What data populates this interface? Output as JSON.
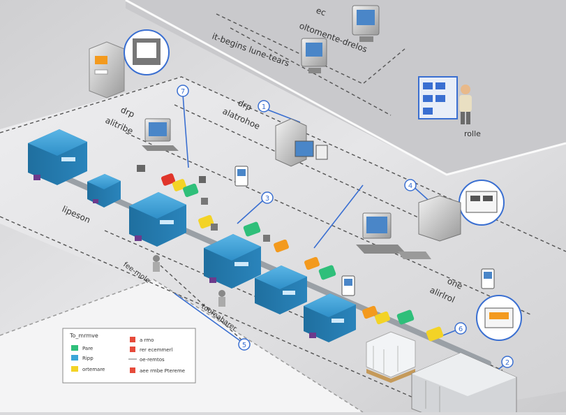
{
  "diagram": {
    "labels": {
      "top_zone_line1": "it-begins lune-tears",
      "top_zone_line2": "ec",
      "top_zone_line3": "oltomente-drelos",
      "left_station_line1": "drp",
      "left_station_line2": "alitribe",
      "center_station_line1": "drp",
      "center_station_line2": "alatrohoe",
      "right_station_line1": "one",
      "right_station_line2": "alirlrol",
      "line_label": "lipeson",
      "worker_label": "rolle",
      "bottom_left_label1": "fee-mole",
      "bottom_left_label2": "tooreabarer"
    },
    "callouts": [
      "7",
      "1",
      "3",
      "4",
      "6",
      "2",
      "5"
    ],
    "legend": {
      "title": "To_mrmve",
      "items": [
        {
          "label": "Pare",
          "color": "#2fbf7a"
        },
        {
          "label": "Ripp",
          "color": "#3aa6d8"
        },
        {
          "label": "ortemare",
          "color": "#f3d326"
        },
        {
          "label": "a rmo",
          "color": "#e64b3b"
        },
        {
          "label": "rer ecemmerl",
          "color": "#e64b3b"
        },
        {
          "label": "oe-remtos",
          "color": "#888888"
        },
        {
          "label": "aee rmbe Ptereme",
          "color": "#e64b3b"
        }
      ]
    },
    "colors": {
      "machine": "#2f8fc8",
      "accent_blue": "#3a6fd1",
      "green": "#2fbf7a",
      "yellow": "#f3d326",
      "orange": "#f39a1e",
      "red": "#e0352b"
    },
    "icons": [
      "computer-terminal-icon",
      "server-icon",
      "shelving-rack-icon",
      "worker-icon",
      "truck-icon",
      "pallet-icon",
      "handheld-scanner-icon"
    ]
  }
}
